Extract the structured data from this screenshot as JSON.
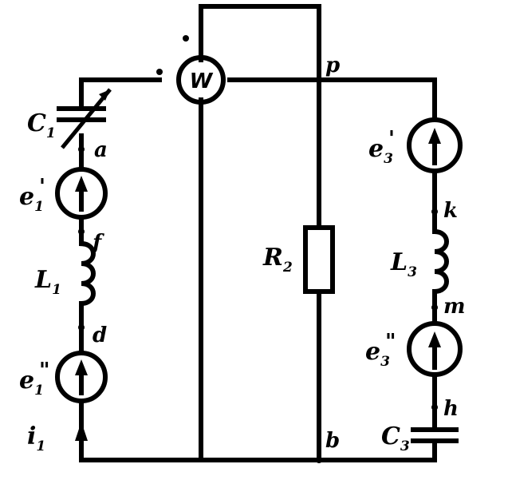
{
  "labels": {
    "c1": "C",
    "c1_sub": "1",
    "e1p": "e",
    "e1p_sub": "1",
    "e1p_mark": "'",
    "e1pp": "e",
    "e1pp_sub": "1",
    "e1pp_mark": "\"",
    "l1": "L",
    "l1_sub": "1",
    "i1": "i",
    "i1_sub": "1",
    "r2": "R",
    "r2_sub": "2",
    "e3p": "e",
    "e3p_sub": "3",
    "e3p_mark": "'",
    "e3pp": "e",
    "e3pp_sub": "3",
    "e3pp_mark": "\"",
    "l3": "L",
    "l3_sub": "3",
    "c3": "C",
    "c3_sub": "3"
  },
  "nodes": {
    "a": "a",
    "f": "f",
    "d": "d",
    "p": "p",
    "b": "b",
    "k": "k",
    "m": "m",
    "h": "h"
  },
  "meter": {
    "label": "W"
  }
}
